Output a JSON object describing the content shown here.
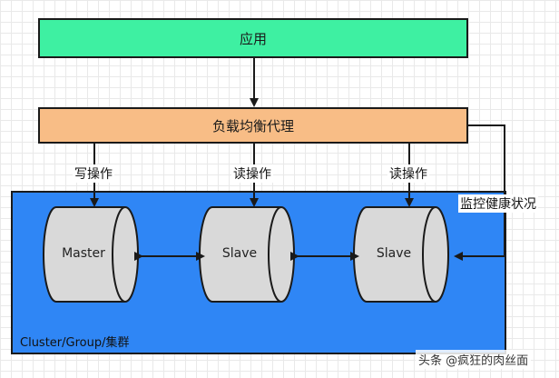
{
  "app": {
    "label": "应用"
  },
  "load_balancer": {
    "label": "负载均衡代理"
  },
  "edges": {
    "write_label": "写操作",
    "read_label_1": "读操作",
    "read_label_2": "读操作",
    "health_label": "监控健康状况"
  },
  "cluster": {
    "label": "Cluster/Group/集群",
    "nodes": [
      {
        "label": "Master"
      },
      {
        "label": "Slave"
      },
      {
        "label": "Slave"
      }
    ]
  },
  "watermark": "头条 @疯狂的肉丝面",
  "colors": {
    "app": "#3ef0a2",
    "load_balancer": "#f8bd86",
    "cluster": "#2f86f5",
    "cylinder": "#d9d9d9"
  }
}
